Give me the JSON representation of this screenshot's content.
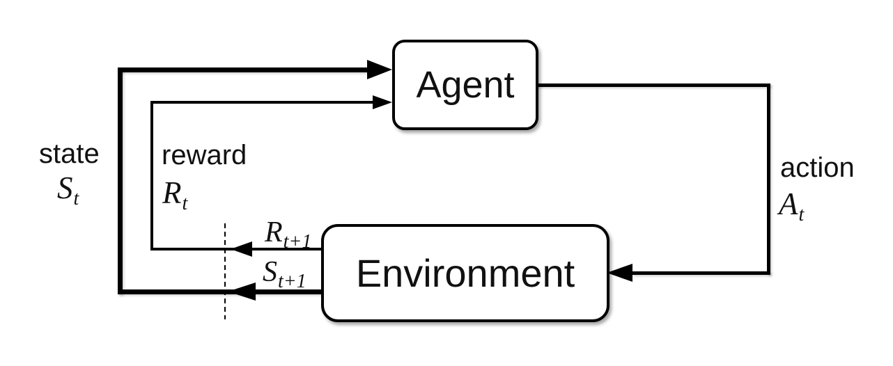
{
  "diagram": {
    "nodes": {
      "agent": "Agent",
      "environment": "Environment"
    },
    "labels": {
      "state": {
        "word": "state",
        "symbol": "S",
        "sub": "t"
      },
      "reward": {
        "word": "reward",
        "symbol": "R",
        "sub": "t"
      },
      "action": {
        "word": "action",
        "symbol": "A",
        "sub": "t"
      },
      "next_reward": {
        "symbol": "R",
        "sub": "t+1"
      },
      "next_state": {
        "symbol": "S",
        "sub": "t+1"
      }
    },
    "colors": {
      "line": "#000000",
      "box_fill": "#ffffff",
      "background": "#ffffff",
      "text": "#111111"
    }
  }
}
